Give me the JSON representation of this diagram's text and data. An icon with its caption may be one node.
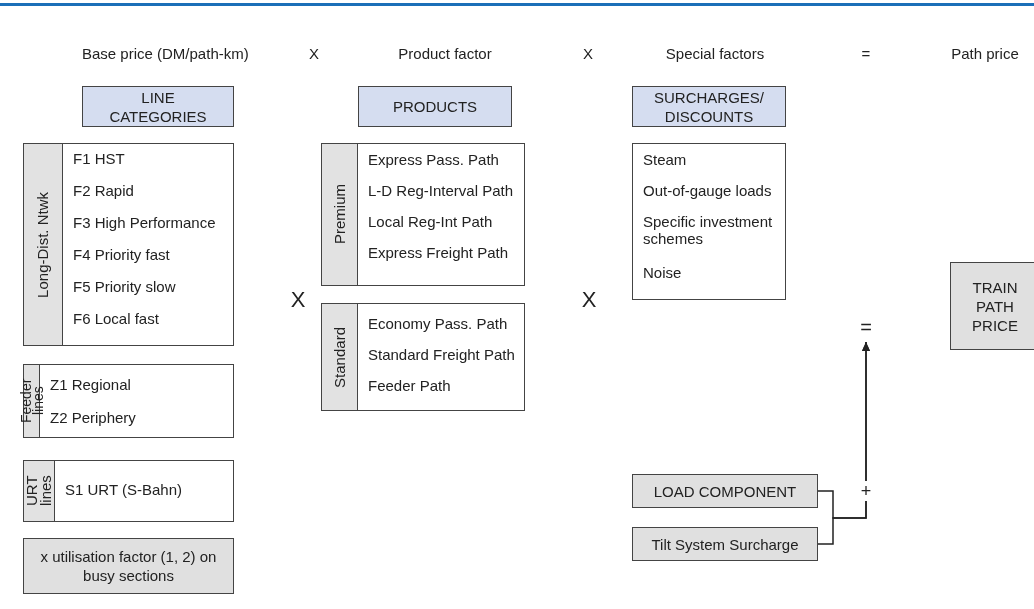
{
  "diagram": {
    "nodes": [
      {
        "text": [
          "LINE CATEGORIES"
        ]
      },
      {
        "text": [
          "Long-Dist. Ntwk",
          "F1 HST",
          "F2 Rapid",
          "F3 High Performance",
          "F4 Priority fast",
          "F5 Priority slow",
          "F6 Local fast"
        ]
      },
      {
        "text": [
          "Feeder lines",
          "Z1 Regional",
          "Z2 Periphery"
        ]
      },
      {
        "text": [
          "URT lines",
          "S1 URT (S-Bahn)"
        ]
      },
      {
        "text": [
          "x utilisation factor (1, 2) on busy sections"
        ]
      },
      {
        "text": [
          "PRODUCTS"
        ]
      },
      {
        "text": [
          "Premium",
          "Express Pass. Path",
          "L-D Reg-Interval Path",
          "Local Reg-Int Path",
          "Express Freight Path"
        ]
      },
      {
        "text": [
          "Standard",
          "Economy Pass. Path",
          "Standard Freight Path",
          "Feeder Path"
        ]
      },
      {
        "text": [
          "SURCHARGES/ DISCOUNTS"
        ]
      },
      {
        "text": [
          "Steam",
          "Out-of-gauge loads",
          "Specific investment schemes",
          "Noise"
        ]
      },
      {
        "text": [
          "TRAIN PATH PRICE"
        ]
      },
      {
        "text": [
          "="
        ]
      },
      {
        "text": [
          "LOAD COMPONENT"
        ]
      },
      {
        "text": [
          "Tilt System Surcharge"
        ]
      }
    ],
    "edges": [
      {
        "from": 12,
        "to": 11,
        "arrow": "to",
        "label": "+"
      },
      {
        "from": 13,
        "to": 11,
        "arrow": "to"
      }
    ],
    "labels": [
      "Base price (DM/path-km)",
      "X",
      "Product factor",
      "X",
      "Special factors",
      "=",
      "Path price",
      "X",
      "X"
    ]
  }
}
